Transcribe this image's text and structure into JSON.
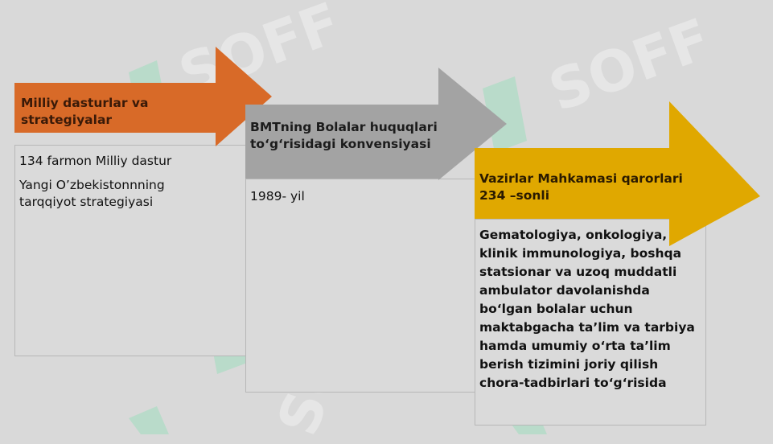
{
  "steps": [
    {
      "title": "Milliy dasturlar va\nstrategiyalar",
      "lines": [
        "134 farmon Milliy dastur",
        "Yangi O’zbekistonnning\ntarqqiyot strategiyasi"
      ],
      "color": "#d86a28"
    },
    {
      "title": "BMTning Bolalar huquqlari\nto‘g‘risidagi konvensiyasi",
      "lines": [
        "1989- yil"
      ],
      "color": "#a3a3a3"
    },
    {
      "title": "Vazirlar Mahkamasi qarorlari\n234 –sonli",
      "lines": [
        "Gematologiya, onkologiya,\nklinik immunologiya, boshqa\nstatsionar va uzoq muddatli\nambulator davolanishda\nbo‘lgan bolalar uchun\nmaktabgacha ta’lim va tarbiya\nhamda umumiy o‘rta ta’lim\nberish tizimini joriy qilish\nchora-tadbirlari to‘g‘risida"
      ],
      "color": "#e0a800"
    }
  ],
  "watermark": {
    "text": "SOFF"
  }
}
